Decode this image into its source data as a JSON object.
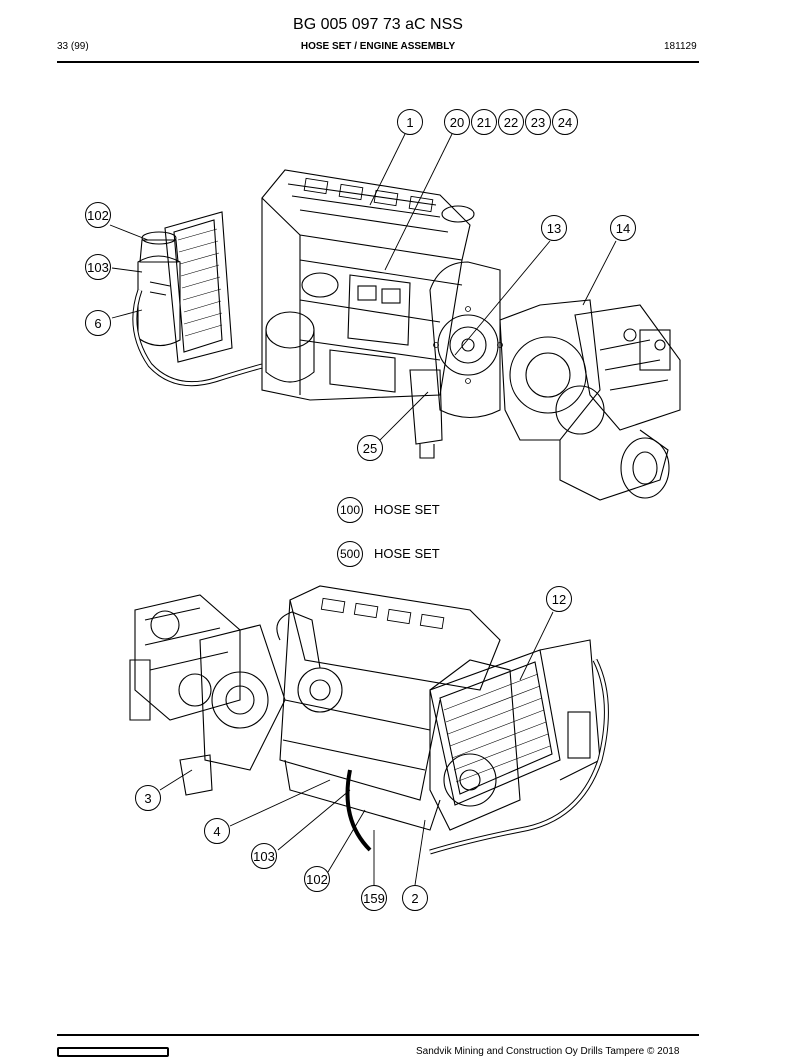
{
  "header": {
    "doc_title": "BG 005 097 73 aC NSS",
    "page_number": "33 (99)",
    "subtitle": "HOSE SET / ENGINE ASSEMBLY",
    "date_code": "181129"
  },
  "top_view": {
    "callouts": [
      "1",
      "20",
      "21",
      "22",
      "23",
      "24",
      "102",
      "103",
      "6",
      "13",
      "14",
      "25"
    ]
  },
  "legend": [
    {
      "ref": "100",
      "label": "HOSE SET"
    },
    {
      "ref": "500",
      "label": "HOSE SET"
    }
  ],
  "bottom_view": {
    "callouts": [
      "12",
      "3",
      "4",
      "103",
      "102",
      "159",
      "2"
    ]
  },
  "footer": {
    "copyright": "Sandvik Mining and Construction Oy Drills Tampere © 2018"
  }
}
